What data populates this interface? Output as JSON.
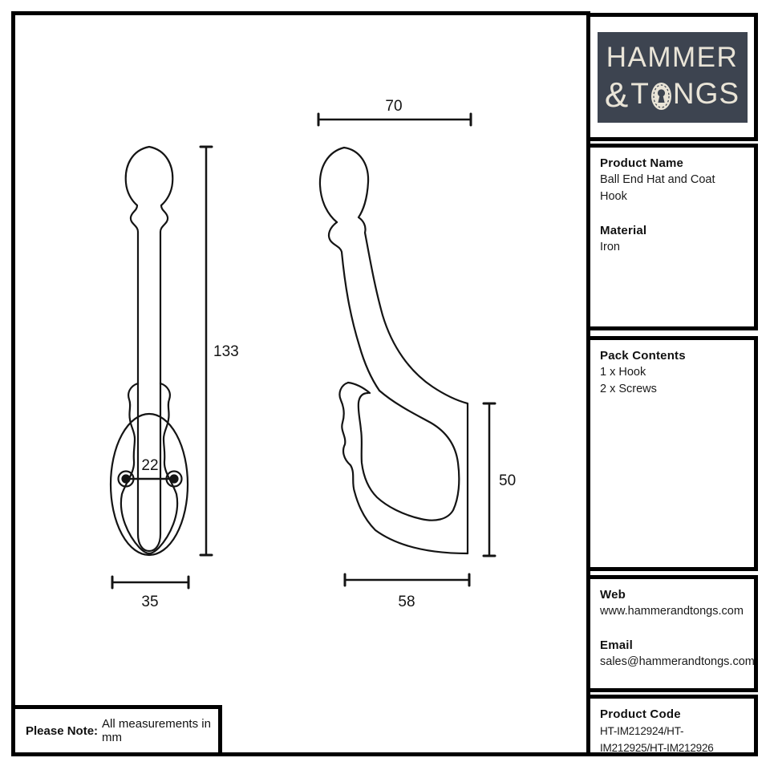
{
  "brand": {
    "name_line1": "HAMMER",
    "ampersand": "&",
    "name_line2_start": "T",
    "name_line2_end": "NGS",
    "bg_color": "#3d4450",
    "text_color": "#e9e4d7"
  },
  "sidebar": {
    "product": {
      "heading": "Product Name",
      "value": "Ball End Hat and Coat Hook"
    },
    "material": {
      "heading": "Material",
      "value": "Iron"
    },
    "pack": {
      "heading": "Pack Contents",
      "items": [
        "1 x Hook",
        "2 x Screws"
      ]
    },
    "web": {
      "heading": "Web",
      "value": "www.hammerandtongs.com"
    },
    "email": {
      "heading": "Email",
      "value": "sales@hammerandtongs.com"
    },
    "code": {
      "heading": "Product Code",
      "value": "HT-IM212924/HT-IM212925/HT-IM212926"
    }
  },
  "note": {
    "label": "Please Note:",
    "text": "All measurements in mm"
  },
  "drawing": {
    "units": "mm",
    "front_view": {
      "height": "133",
      "hole_spacing": "22",
      "plate_width": "35"
    },
    "side_view": {
      "overall_depth": "70",
      "plate_height": "50",
      "hook_depth": "58"
    }
  }
}
